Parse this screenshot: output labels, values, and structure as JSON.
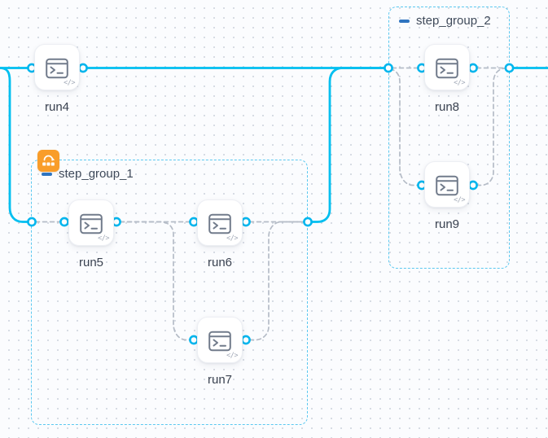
{
  "app": {
    "view": "workflow-dag-canvas"
  },
  "colors": {
    "edge_solid": "#00bff0",
    "edge_dashed": "#b5bcc7",
    "group_border": "#5ac8f0",
    "port_ring": "#00b6ee",
    "node_label": "#3a4250",
    "group_label": "#3f4a5a",
    "collapse_icon": "#2f74c0",
    "badge_bg": "#f99d2a",
    "node_icon_stroke": "#717b8b",
    "grid_dot": "#cbd1dc"
  },
  "glyphs": {
    "code": "</>"
  },
  "groups": [
    {
      "id": "step_group_1",
      "label": "step_group_1",
      "badge": "loop-badge-icon",
      "collapsed": false
    },
    {
      "id": "step_group_2",
      "label": "step_group_2",
      "collapsed": false
    }
  ],
  "nodes": [
    {
      "id": "run4",
      "label": "run4",
      "icon": "terminal-icon"
    },
    {
      "id": "run5",
      "label": "run5",
      "icon": "terminal-icon",
      "group": "step_group_1"
    },
    {
      "id": "run6",
      "label": "run6",
      "icon": "terminal-icon",
      "group": "step_group_1"
    },
    {
      "id": "run7",
      "label": "run7",
      "icon": "terminal-icon",
      "group": "step_group_1"
    },
    {
      "id": "run8",
      "label": "run8",
      "icon": "terminal-icon",
      "group": "step_group_2"
    },
    {
      "id": "run9",
      "label": "run9",
      "icon": "terminal-icon",
      "group": "step_group_2"
    }
  ],
  "connections": {
    "solid": [
      "start->run4.in",
      "start->step_group_1.in",
      "run4.out->step_group_2.in",
      "step_group_1.out->step_group_2.in",
      "step_group_2.out->end"
    ],
    "dashed": [
      "step_group_1.in->run5.in",
      "run5.out->run6.in",
      "run5.out->run7.in",
      "run6.out->step_group_1.out",
      "run7.out->step_group_1.out",
      "step_group_2.in->run8.in",
      "step_group_2.in->run9.in",
      "run8.out->step_group_2.out",
      "run9.out->step_group_2.out"
    ]
  }
}
